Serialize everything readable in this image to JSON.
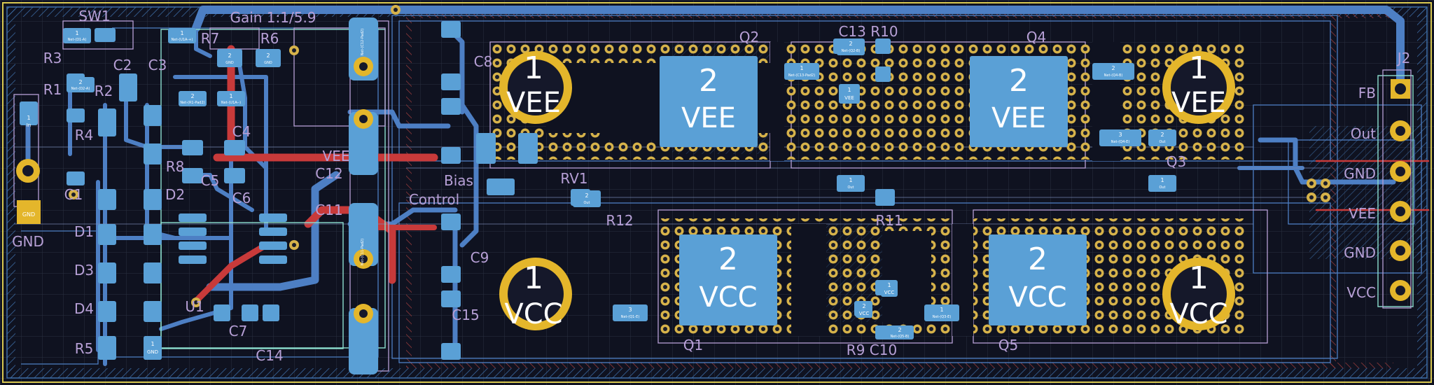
{
  "silkscreen": {
    "sw1": "SW1",
    "gain": "Gain 1:1/5.9",
    "r3": "R3",
    "c2": "C2",
    "c3": "C3",
    "r7": "R7",
    "r6": "R6",
    "c8": "C8",
    "q2": "Q2",
    "c13r10": "C13 R10",
    "q4": "Q4",
    "j2": "J2",
    "r1": "R1",
    "r2": "R2",
    "r4": "R4",
    "c4": "C4",
    "c12": "C12",
    "r8": "R8",
    "c5": "C5",
    "d2": "D2",
    "c6": "C6",
    "c1": "C1",
    "bias": "Bias",
    "control": "Control",
    "rv1": "RV1",
    "c11": "C11",
    "r12": "R12",
    "r11": "R11",
    "q3": "Q3",
    "d1": "D1",
    "d3": "D3",
    "d4": "D4",
    "r5": "R5",
    "u1": "U1",
    "c7": "C7",
    "c14": "C14",
    "q1": "Q1",
    "r9c10": "R9 C10",
    "q5": "Q5",
    "gnd_left": "GND",
    "vee_trace": "VEE",
    "c9": "C9",
    "c15": "C15"
  },
  "connector_labels": [
    "FB",
    "Out",
    "GND",
    "VEE",
    "GND",
    "VCC"
  ],
  "input_jack": {
    "pad1_label": "In",
    "pad2_label": "GND"
  },
  "big_pads": [
    {
      "num": "1",
      "net": "VEE"
    },
    {
      "num": "2",
      "net": "VEE"
    },
    {
      "num": "2",
      "net": "VEE"
    },
    {
      "num": "1",
      "net": "VEE"
    },
    {
      "num": "1",
      "net": "VCC"
    },
    {
      "num": "2",
      "net": "VCC"
    },
    {
      "num": "2",
      "net": "VCC"
    },
    {
      "num": "1",
      "net": "VCC"
    }
  ],
  "smd_pads": [
    {
      "num": "1",
      "net": "Net-(D1-A)"
    },
    {
      "num": "2",
      "net": "Net-(D2-A)"
    },
    {
      "num": "1",
      "net": "Net-(U1A-+)"
    },
    {
      "num": "2",
      "net": "Net-(R1-Pad2)"
    },
    {
      "num": "1",
      "net": "Net-(U1A--)"
    },
    {
      "num": "2",
      "net": "GND"
    },
    {
      "num": "2",
      "net": "GND"
    },
    {
      "num": "1",
      "net": "Net-(C13-Pad2)"
    },
    {
      "num": "2",
      "net": "Net-(Q2-B)"
    },
    {
      "num": "2",
      "net": "Net-(Q4-B)"
    },
    {
      "num": "3",
      "net": "Net-(Q4-E)"
    },
    {
      "num": "2",
      "net": "Out"
    },
    {
      "num": "1",
      "net": "Out"
    },
    {
      "num": "1",
      "net": "Out"
    },
    {
      "num": "2",
      "net": "Out"
    },
    {
      "num": "3",
      "net": "Net-(Q1-E)"
    },
    {
      "num": "1",
      "net": "Net-(Q3-E)"
    },
    {
      "num": "2",
      "net": "Net-(Q5-B)"
    },
    {
      "num": "1",
      "net": "VCC"
    },
    {
      "num": "1",
      "net": "VEE"
    },
    {
      "num": "2",
      "net": "VCC"
    },
    {
      "num": "1",
      "net": "GND"
    },
    {
      "num": "1",
      "net": "In"
    },
    {
      "num": "2",
      "net": "Net-(C11-Pad2)"
    },
    {
      "num": "2",
      "net": "Net-(C12-Pad2)"
    }
  ],
  "colors": {
    "background": "#0f1220",
    "copper_front": "#c83a3a",
    "copper_back": "#4d7fc4",
    "pad_smd": "#5aa0d6",
    "pad_th": "#e4b62b",
    "silk": "#b7a0d6",
    "courtyard": "#8de0d0",
    "edge": "#d8c850"
  }
}
